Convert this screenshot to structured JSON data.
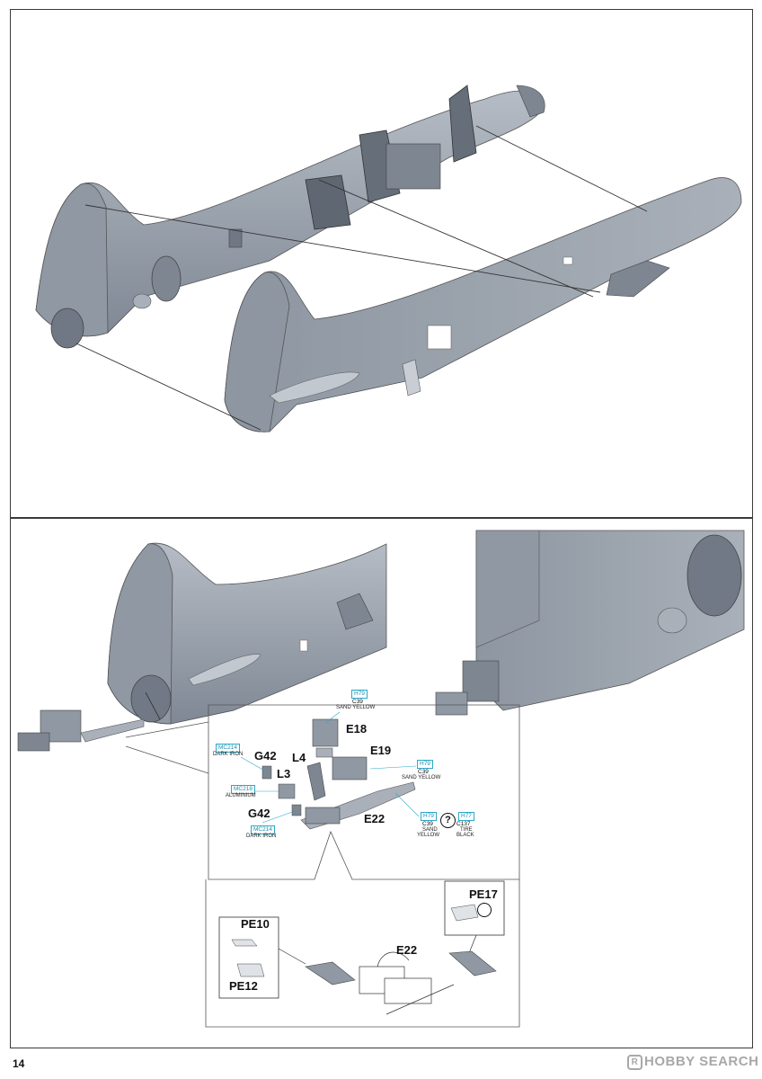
{
  "page": {
    "number": "14"
  },
  "watermark": {
    "text": "HOBBY SEARCH",
    "logo_letter": "R"
  },
  "callouts": {
    "e18": "E18",
    "e19": "E19",
    "l4": "L4",
    "g42_top": "G42",
    "l3": "L3",
    "g42_bottom": "G42",
    "e22": "E22",
    "pe10": "PE10",
    "pe12": "PE12",
    "e22_sub": "E22",
    "pe17": "PE17"
  },
  "paint": {
    "e18": {
      "code1": "H79",
      "code2": "C39",
      "name": "SAND YELLOW"
    },
    "e19": {
      "code1": "H79",
      "code2": "C39",
      "name": "SAND YELLOW"
    },
    "g42_top": {
      "code": "MC214",
      "name": "DARK IRON"
    },
    "l3": {
      "code": "MC218",
      "name": "ALUMINIUM"
    },
    "g42_bottom": {
      "code": "MC214",
      "name": "DARK IRON"
    },
    "e22_a": {
      "code1": "H79",
      "code2": "C39",
      "name1": "SAND",
      "name2": "YELLOW"
    },
    "e22_b": {
      "code1": "H77",
      "code2": "C137",
      "name1": "TIRE",
      "name2": "BLACK"
    },
    "question": "?"
  },
  "colors": {
    "model_gray": "#9aa3ae",
    "model_dark": "#6f7884",
    "paint_code": "#2aa8c9",
    "border": "#3a3a3a"
  }
}
